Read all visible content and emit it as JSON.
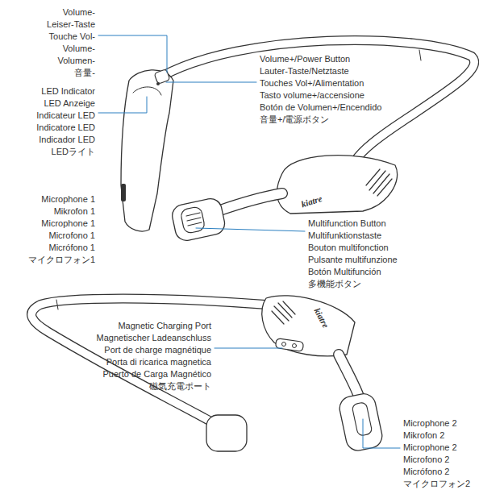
{
  "diagram": {
    "labels": [
      "Volume-",
      "Leiser-Taste",
      "Touche Vol-",
      "Volume-",
      "Volumen-",
      "音量-",
      "Volume+/Power Button",
      "Lauter-Taste/Netztaste",
      "Touches Vol+/Alimentation",
      "Tasto volume+/accensione",
      "Botón de Volumen+/Encendido",
      "音量+/電源ボタン",
      "LED Indicator",
      "LED Anzeige",
      "Indicateur LED",
      "Indicatore LED",
      "Indicador LED",
      "LEDライト",
      "Microphone 1",
      "Mikrofon 1",
      "Microphone 1",
      "Microfono 1",
      "Micrófono 1",
      "マイクロフォン1",
      "kiatre",
      "Multifunction Button",
      "Multifunktionstaste",
      "Bouton multifonction",
      "Pulsante multifunzione",
      "Botón Multifunción",
      "多機能ボタン",
      "kiatre",
      "Magnetic Charging Port",
      "Magnetischer Ladeanschluss",
      "Port de charge magnétique",
      "Porta di ricarica magnetica",
      "Puerto de Carga Magnético",
      "磁気充電ポート",
      "Microphone 2",
      "Mikrofon 2",
      "Microphone 2",
      "Microfono 2",
      "Micrófono 2",
      "マイクロフォン2"
    ]
  }
}
